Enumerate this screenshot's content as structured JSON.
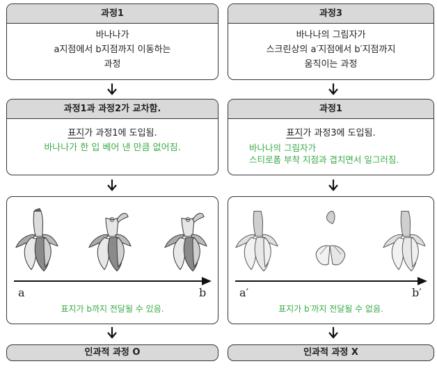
{
  "left": {
    "box1": {
      "title": "과정1",
      "lines": [
        "바나나가",
        "a지점에서 b지점까지 이동하는",
        "과정"
      ]
    },
    "box2": {
      "title": "과정1과 과정2가 교차함.",
      "mark_word": "표지",
      "line1_rest": "가 과정1에 도입됨.",
      "green_line": "바나나가 한 입 베어 낸 만큼 없어짐."
    },
    "panel": {
      "label_start": "a",
      "label_end": "b",
      "note": "표지가 b까지 전달될 수 있음."
    },
    "result": "인과적 과정 O"
  },
  "right": {
    "box1": {
      "title": "과정3",
      "lines": [
        "바나나의 그림자가",
        "스크린상의 a′지점에서 b′지점까지",
        "움직이는 과정"
      ]
    },
    "box2": {
      "title": "과정1",
      "mark_word": "표지",
      "line1_rest": "가 과정3에 도입됨.",
      "green_lines": [
        "바나나의 그림자가",
        "스티로폼 부착 지점과 겹치면서 일그러짐."
      ]
    },
    "panel": {
      "label_start": "a′",
      "label_end": "b′",
      "note": "표지가 b′까지 전달될 수 없음."
    },
    "result": "인과적 과정 X"
  },
  "colors": {
    "header_bg": "#d9d9d9",
    "green_text": "#3aaa48",
    "border": "#333333"
  },
  "icons": [
    "banana-icon",
    "bitten-banana-icon",
    "banana-shadow-icon",
    "distorted-shadow-icon",
    "down-arrow-icon"
  ]
}
